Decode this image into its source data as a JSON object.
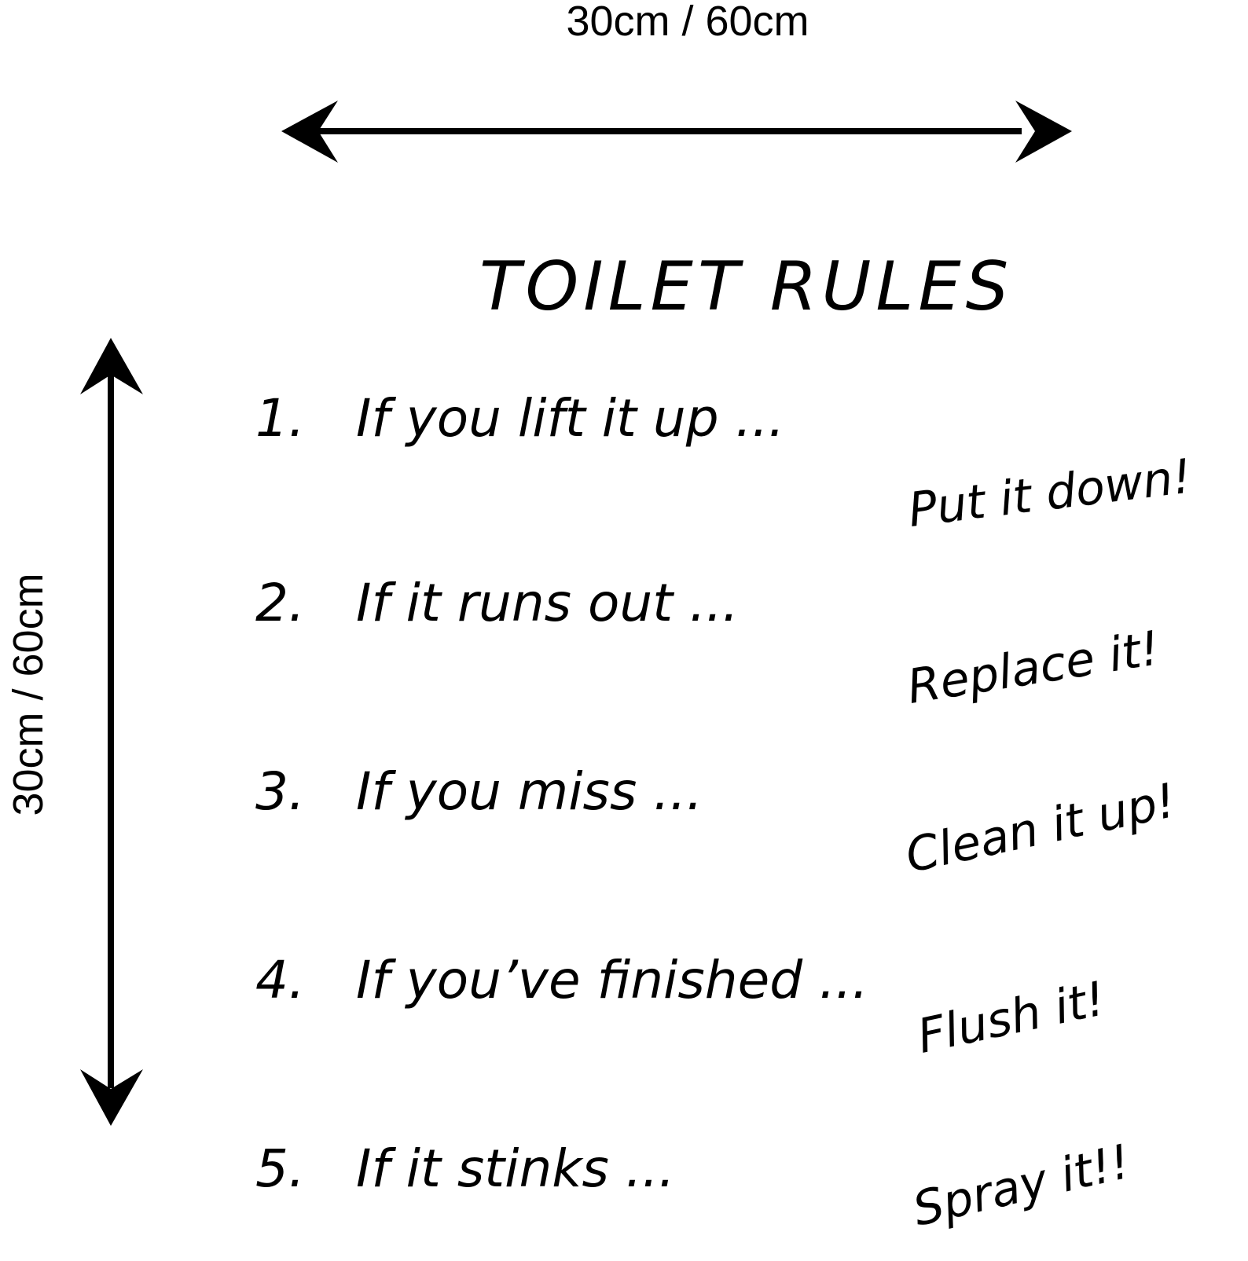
{
  "dimensions": {
    "width_label": "30cm / 60cm",
    "height_label": "30cm / 60cm"
  },
  "sign": {
    "title": "TOILET RULES",
    "rules": [
      {
        "number": "1.",
        "condition": "If you lift it up ...",
        "action": "Put it down!"
      },
      {
        "number": "2.",
        "condition": "If it runs out ...",
        "action": "Replace it!"
      },
      {
        "number": "3.",
        "condition": "If you miss ...",
        "action": "Clean it up!"
      },
      {
        "number": "4.",
        "condition": "If you’ve finished ...",
        "action": "Flush it!"
      },
      {
        "number": "5.",
        "condition": "If it stinks ...",
        "action": "Spray it!!"
      }
    ]
  },
  "colors": {
    "ink": "#000000",
    "background": "#ffffff"
  }
}
